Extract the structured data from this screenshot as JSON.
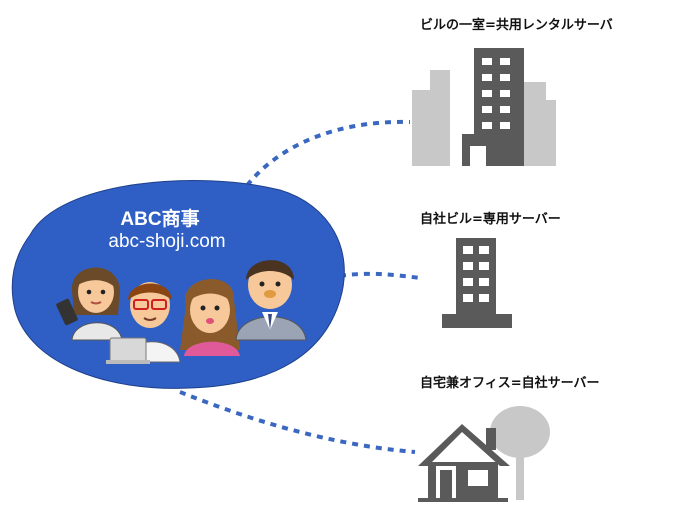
{
  "company": {
    "name": "ABC商事",
    "domain": "abc-shoji.com",
    "cloud_color": "#2f5fc4"
  },
  "server_options": [
    {
      "label": "ビルの一室=共用レンタルサーバ",
      "icon": "office-tower-icon"
    },
    {
      "label": "自社ビル=専用サーバー",
      "icon": "company-building-icon"
    },
    {
      "label": "自宅兼オフィス=自社サーバー",
      "icon": "house-with-tree-icon"
    }
  ],
  "colors": {
    "dotted_line": "#3a67c0",
    "icon_dark": "#5a5a5a",
    "icon_light": "#c8c8c8"
  }
}
